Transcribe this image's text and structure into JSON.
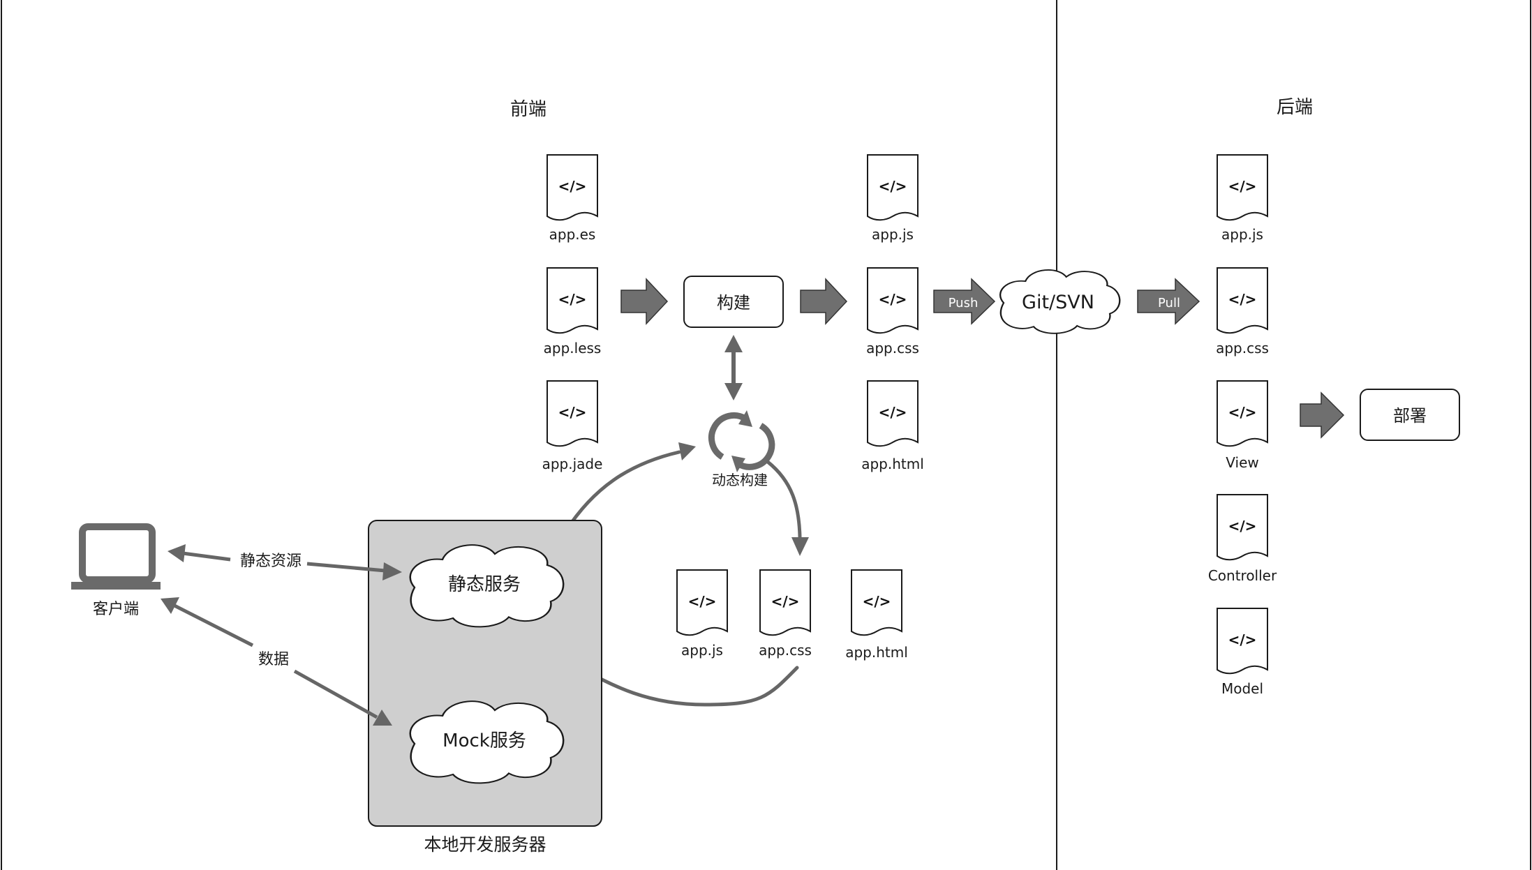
{
  "sections": {
    "frontend": "前端",
    "backend": "后端"
  },
  "frontend_sources": [
    "app.es",
    "app.less",
    "app.jade"
  ],
  "frontend_outputs": [
    "app.js",
    "app.css",
    "app.html"
  ],
  "dynamic_outputs": [
    "app.js",
    "app.css",
    "app.html"
  ],
  "backend_files": [
    "app.js",
    "app.css",
    "View",
    "Controller",
    "Model"
  ],
  "file_icon": "</>",
  "build": {
    "label": "构建"
  },
  "dynamic_build": {
    "label": "动态构建",
    "icon": "refresh-cycle-icon"
  },
  "push_label": "Push",
  "pull_label": "Pull",
  "vcs": {
    "label": "Git/SVN"
  },
  "deploy": {
    "label": "部署"
  },
  "client": {
    "label": "客户端",
    "icon": "laptop-icon"
  },
  "edges": {
    "static_resources": "静态资源",
    "data": "数据"
  },
  "dev_server": {
    "label": "本地开发服务器",
    "static_service": "静态服务",
    "mock_service": "Mock服务"
  },
  "colors": {
    "arrow": "#6f6f6f",
    "server_panel": "#cfcfcf",
    "line": "#1a1a1a"
  }
}
